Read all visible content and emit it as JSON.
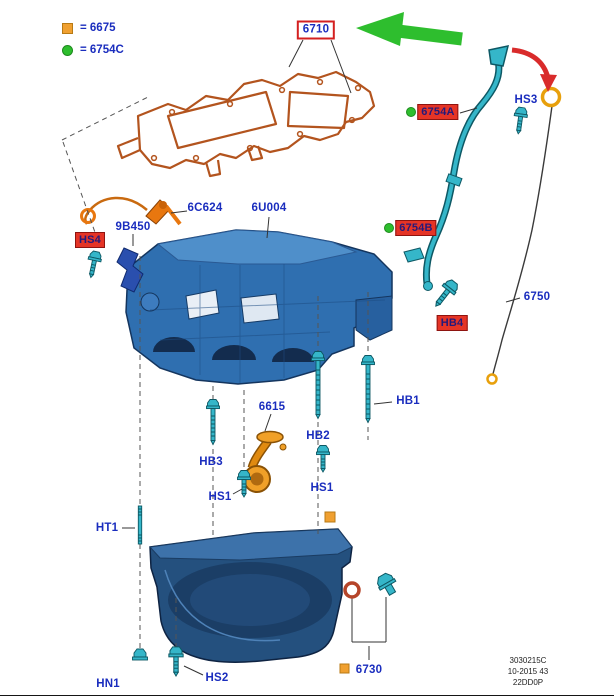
{
  "legend": {
    "items": [
      {
        "icon": "orange-square-icon",
        "label": "= 6675"
      },
      {
        "icon": "green-circle-icon",
        "label": "= 6754C"
      }
    ]
  },
  "callouts": {
    "c6710": "6710",
    "c6754A": "6754A",
    "c6754B": "6754B",
    "cHS3": "HS3",
    "cHS4": "HS4",
    "cHB4": "HB4",
    "c6750": "6750",
    "c6C624": "6C624",
    "c6U004": "6U004",
    "c9B450": "9B450",
    "cHB1": "HB1",
    "cHB2": "HB2",
    "cHB3": "HB3",
    "cHS1a": "HS1",
    "cHS1b": "HS1",
    "cHT1": "HT1",
    "cHN1": "HN1",
    "cHS2": "HS2",
    "c6615": "6615",
    "c6730": "6730"
  },
  "footer": {
    "line1": "3030215C",
    "line2": "10-2015 43",
    "line3": "22DD0P"
  },
  "colors": {
    "callout_text_blue": "#1a2dbe",
    "highlight_red": "#d42020",
    "selected_fill_red": "#e53426",
    "hardware_teal": "#35b6c9",
    "component_blue": "#2f6fb0",
    "pan_navy": "#24507e",
    "gasket_copper": "#b3541e",
    "pickup_orange": "#f0a028",
    "marker_orange": "#f0a030",
    "marker_green": "#2ebe2e",
    "arrow_green": "#2ebe2e",
    "arrow_red": "#d92b2b"
  }
}
